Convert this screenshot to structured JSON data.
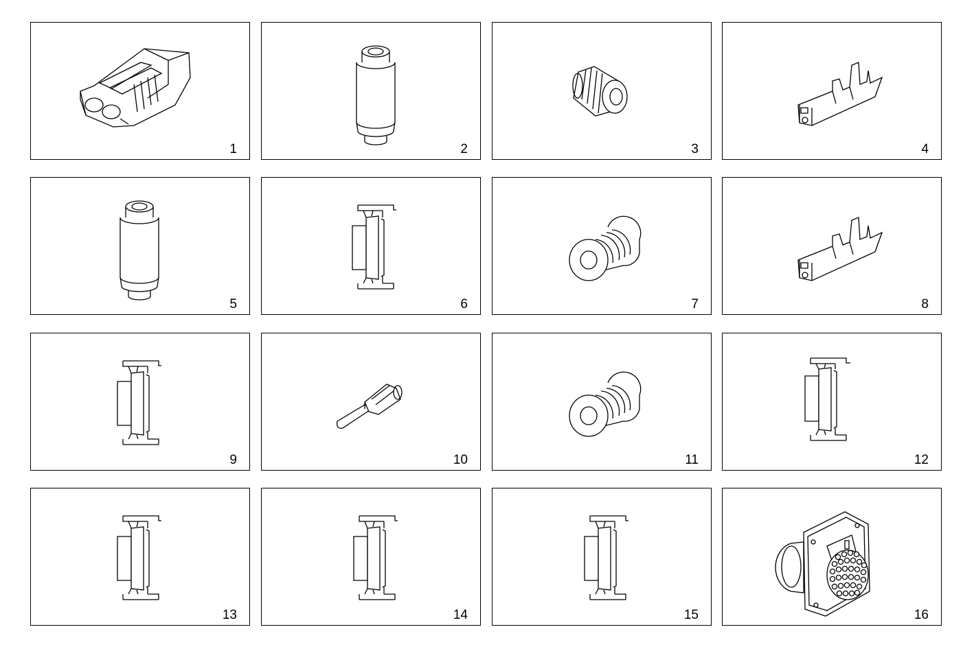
{
  "cells": [
    {
      "label": "1",
      "part": "connector-housing"
    },
    {
      "label": "2",
      "part": "cylinder-plug"
    },
    {
      "label": "3",
      "part": "small-seal"
    },
    {
      "label": "4",
      "part": "terminal"
    },
    {
      "label": "5",
      "part": "cylinder-plug"
    },
    {
      "label": "6",
      "part": "clip"
    },
    {
      "label": "7",
      "part": "large-seal"
    },
    {
      "label": "8",
      "part": "terminal"
    },
    {
      "label": "9",
      "part": "clip"
    },
    {
      "label": "10",
      "part": "blade-terminal"
    },
    {
      "label": "11",
      "part": "large-seal"
    },
    {
      "label": "12",
      "part": "clip"
    },
    {
      "label": "13",
      "part": "clip"
    },
    {
      "label": "14",
      "part": "clip"
    },
    {
      "label": "15",
      "part": "clip"
    },
    {
      "label": "16",
      "part": "round-multipin-connector"
    }
  ]
}
